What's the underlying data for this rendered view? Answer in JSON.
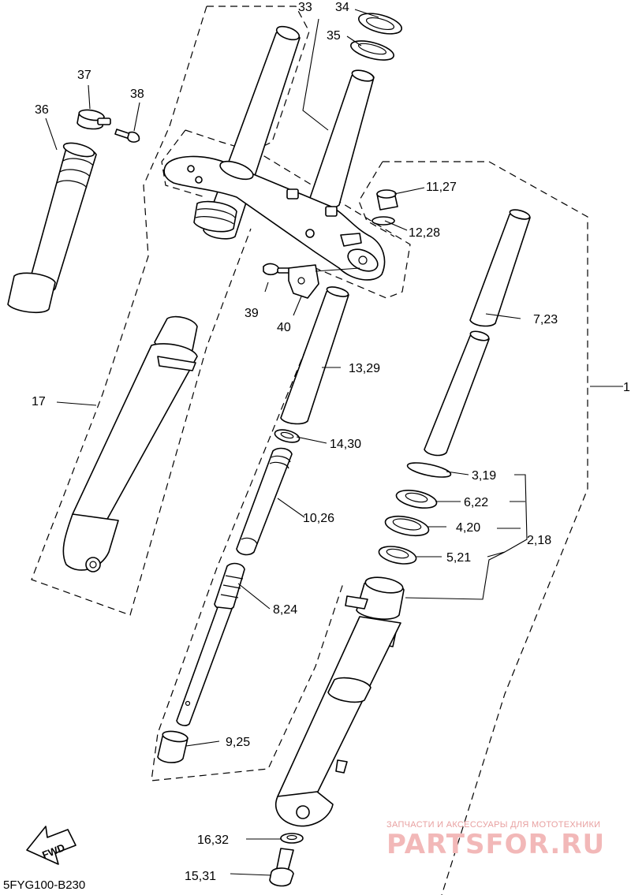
{
  "diagram": {
    "code": "5FYG100-B230",
    "fwd_label": "FWD",
    "watermark": {
      "line1": "ЗАПЧАСТИ И АКСЕССУАРЫ ДЛЯ МОТОТЕХНИКИ",
      "line2": "PARTSFOR.RU"
    },
    "callouts": {
      "p1": "1",
      "p2_18": "2,18",
      "p3_19": "3,19",
      "p4_20": "4,20",
      "p5_21": "5,21",
      "p6_22": "6,22",
      "p7_23": "7,23",
      "p8_24": "8,24",
      "p9_25": "9,25",
      "p10_26": "10,26",
      "p11_27": "11,27",
      "p12_28": "12,28",
      "p13_29": "13,29",
      "p14_30": "14,30",
      "p15_31": "15,31",
      "p16_32": "16,32",
      "p17": "17",
      "p33": "33",
      "p34": "34",
      "p35": "35",
      "p36": "36",
      "p37": "37",
      "p38": "38",
      "p39": "39",
      "p40": "40"
    }
  }
}
